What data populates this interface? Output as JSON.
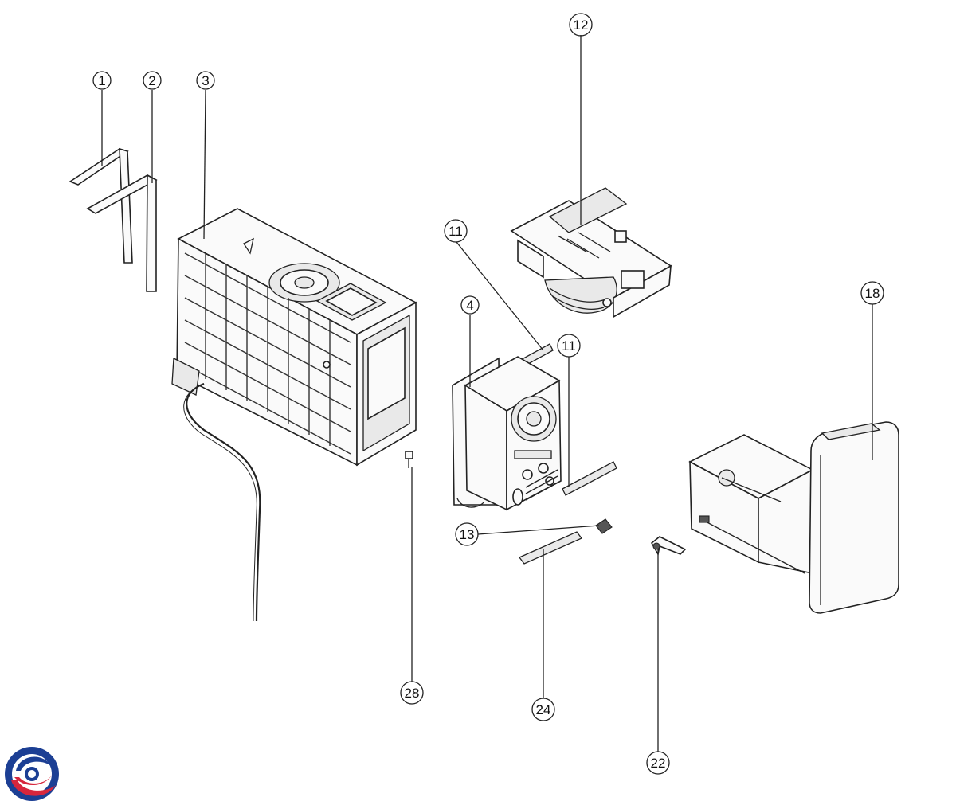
{
  "diagram": {
    "callouts": [
      {
        "id": "1",
        "label": "1"
      },
      {
        "id": "2",
        "label": "2"
      },
      {
        "id": "3",
        "label": "3"
      },
      {
        "id": "4",
        "label": "4"
      },
      {
        "id": "11a",
        "label": "11"
      },
      {
        "id": "11b",
        "label": "11"
      },
      {
        "id": "12",
        "label": "12"
      },
      {
        "id": "13",
        "label": "13"
      },
      {
        "id": "18",
        "label": "18"
      },
      {
        "id": "22",
        "label": "22"
      },
      {
        "id": "24",
        "label": "24"
      },
      {
        "id": "28",
        "label": "28"
      }
    ],
    "colors": {
      "line": "#222222",
      "logo_blue": "#1c3f94",
      "logo_red": "#d7263d"
    },
    "logo": {
      "icon": "brand-swirl-logo"
    }
  }
}
